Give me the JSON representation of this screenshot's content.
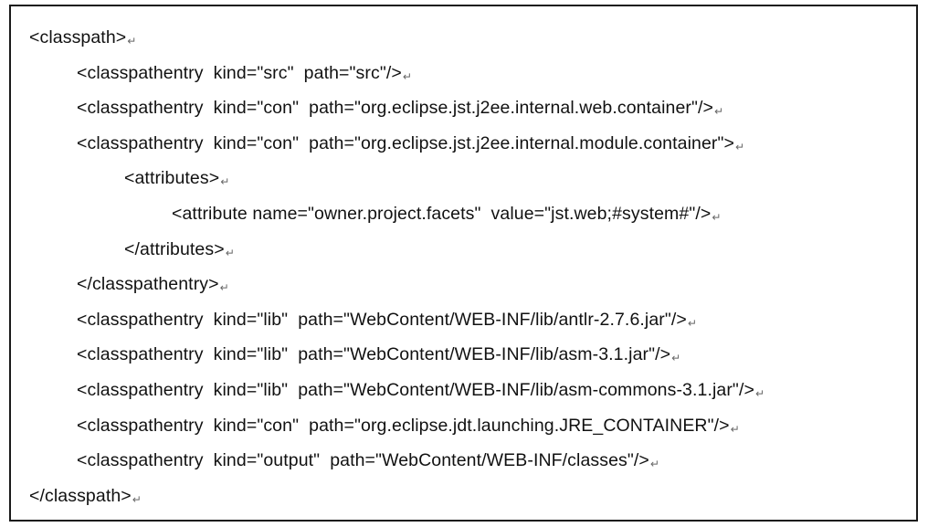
{
  "paragraph_mark": "↵",
  "lines": [
    {
      "indent": 0,
      "text": "<classpath>"
    },
    {
      "indent": 1,
      "text": "<classpathentry  kind=\"src\"  path=\"src\"/>"
    },
    {
      "indent": 1,
      "text": "<classpathentry  kind=\"con\"  path=\"org.eclipse.jst.j2ee.internal.web.container\"/>"
    },
    {
      "indent": 1,
      "text": "<classpathentry  kind=\"con\"  path=\"org.eclipse.jst.j2ee.internal.module.container\">"
    },
    {
      "indent": 2,
      "text": "<attributes>"
    },
    {
      "indent": 3,
      "text": "<attribute name=\"owner.project.facets\"  value=\"jst.web;#system#\"/>"
    },
    {
      "indent": 2,
      "text": "</attributes>"
    },
    {
      "indent": 1,
      "text": "</classpathentry>"
    },
    {
      "indent": 1,
      "text": "<classpathentry  kind=\"lib\"  path=\"WebContent/WEB-INF/lib/antlr-2.7.6.jar\"/>"
    },
    {
      "indent": 1,
      "text": "<classpathentry  kind=\"lib\"  path=\"WebContent/WEB-INF/lib/asm-3.1.jar\"/>"
    },
    {
      "indent": 1,
      "text": "<classpathentry  kind=\"lib\"  path=\"WebContent/WEB-INF/lib/asm-commons-3.1.jar\"/>"
    },
    {
      "indent": 1,
      "text": "<classpathentry  kind=\"con\"  path=\"org.eclipse.jdt.launching.JRE_CONTAINER\"/>"
    },
    {
      "indent": 1,
      "text": "<classpathentry  kind=\"output\"  path=\"WebContent/WEB-INF/classes\"/>"
    },
    {
      "indent": 0,
      "text": "</classpath>"
    }
  ]
}
